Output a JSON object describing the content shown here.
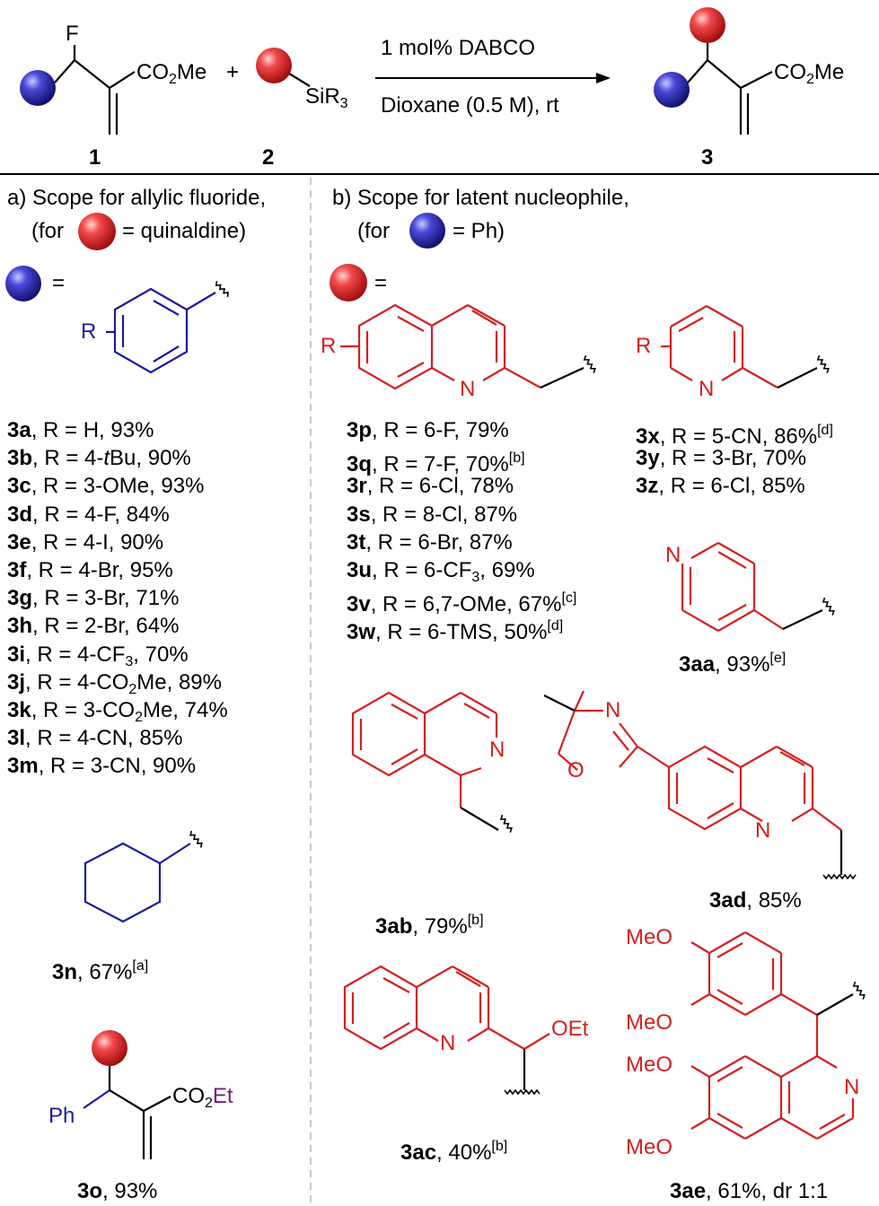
{
  "reaction": {
    "reagent1_label": "F",
    "ester_label": "CO",
    "ester_sub": "2",
    "ester_me": "Me",
    "plus": "+",
    "silane_label": "SiR",
    "silane_sub": "3",
    "condition1": "1 mol% DABCO",
    "condition2": "Dioxane (0.5 M), rt",
    "compound1": "1",
    "compound2": "2",
    "compound3": "3"
  },
  "section_a": {
    "title": "a) Scope for allylic fluoride,",
    "for_prefix": "(for",
    "for_suffix": "= quinaldine)",
    "equals": "=",
    "ring_R": "R",
    "entries": [
      {
        "id": "3a",
        "text": ", R = H, 93%"
      },
      {
        "id": "3b",
        "text": ", R = 4-",
        "ital": "t",
        "text2": "Bu, 90%"
      },
      {
        "id": "3c",
        "text": ", R = 3-OMe, 93%"
      },
      {
        "id": "3d",
        "text": ", R = 4-F, 84%"
      },
      {
        "id": "3e",
        "text": ", R = 4-I, 90%"
      },
      {
        "id": "3f",
        "text": ", R = 4-Br, 95%"
      },
      {
        "id": "3g",
        "text": ", R = 3-Br, 71%"
      },
      {
        "id": "3h",
        "text": ", R = 2-Br, 64%"
      },
      {
        "id": "3i",
        "text": ", R = 4-CF",
        "sub": "3",
        "text2": ", 70%"
      },
      {
        "id": "3j",
        "text": ", R = 4-CO",
        "sub": "2",
        "text2": "Me, 89%"
      },
      {
        "id": "3k",
        "text": ", R = 3-CO",
        "sub": "2",
        "text2": "Me, 74%"
      },
      {
        "id": "3l",
        "text": ", R = 4-CN, 85%"
      },
      {
        "id": "3m",
        "text": ", R = 3-CN, 90%"
      }
    ],
    "n_id": "3n",
    "n_text": ", 67%",
    "n_note": "[a]",
    "o_ph": "Ph",
    "o_ester_co": "CO",
    "o_ester_sub": "2",
    "o_ester_et": "Et",
    "o_id": "3o",
    "o_text": ", 93%"
  },
  "section_b": {
    "title": "b) Scope for latent nucleophile,",
    "for_prefix": "(for",
    "for_suffix": "= Ph)",
    "equals": "=",
    "quin_R": "R",
    "quin_N": "N",
    "pyr_R": "R",
    "pyr_N": "N",
    "quin_entries": [
      {
        "id": "3p",
        "text": ", R = 6-F, 79%"
      },
      {
        "id": "3q",
        "text": ", R = 7-F, 70%",
        "note": "[b]"
      },
      {
        "id": "3r",
        "text": ", R = 6-Cl, 78%"
      },
      {
        "id": "3s",
        "text": ", R = 8-Cl, 87%"
      },
      {
        "id": "3t",
        "text": ", R = 6-Br, 87%"
      },
      {
        "id": "3u",
        "text": ", R = 6-CF",
        "sub": "3",
        "text2": ", 69%"
      },
      {
        "id": "3v",
        "text": ", R = 6,7-OMe, 67%",
        "note": "[c]"
      },
      {
        "id": "3w",
        "text": ", R = 6-TMS, 50%",
        "note": "[d]"
      }
    ],
    "pyr_entries": [
      {
        "id": "3x",
        "text": ", R = 5-CN, 86%",
        "note": "[d]"
      },
      {
        "id": "3y",
        "text": ", R = 3-Br, 70%"
      },
      {
        "id": "3z",
        "text": ", R = 6-Cl, 85%"
      }
    ],
    "aa_N": "N",
    "aa_id": "3aa",
    "aa_text": ", 93%",
    "aa_note": "[e]",
    "ab_N": "N",
    "ab_id": "3ab",
    "ab_text": ", 79%",
    "ab_note": "[b]",
    "ad_N1": "N",
    "ad_O": "O",
    "ad_N2": "N",
    "ad_id": "3ad",
    "ad_text": ", 85%",
    "ac_N": "N",
    "ac_OEt": "OEt",
    "ac_id": "3ac",
    "ac_text": ", 40%",
    "ac_note": "[b]",
    "ae_MeO1": "MeO",
    "ae_MeO2": "MeO",
    "ae_MeO3": "MeO",
    "ae_MeO4": "MeO",
    "ae_N": "N",
    "ae_id": "3ae",
    "ae_text": ", 61%, dr 1:1"
  },
  "colors": {
    "red": "#d42020",
    "blue": "#1c1c9e",
    "purple": "#7a1a7a",
    "divider": "#c8c8c8"
  }
}
